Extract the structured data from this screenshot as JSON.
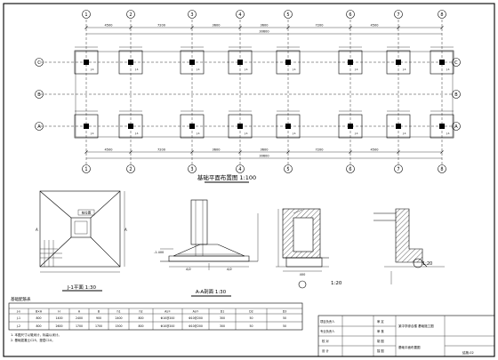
{
  "plan": {
    "axis_numbers": [
      "1",
      "2",
      "3",
      "4",
      "5",
      "6",
      "7",
      "8"
    ],
    "axis_letters": [
      "C",
      "B",
      "A"
    ],
    "top_dims": [
      "4500",
      "7200",
      "3600",
      "3600",
      "7200",
      "4500"
    ],
    "top_total": "30600",
    "bottom_dims": [
      "4500",
      "7200",
      "3600",
      "3600",
      "7200",
      "4500"
    ],
    "bottom_total": "30600",
    "col_tag": "J-1",
    "title": "基础平面布置图 1:100"
  },
  "detail_plan": {
    "title": "J-1平面 1:30",
    "pile_label": "桩位置"
  },
  "section": {
    "title": "A-A剖面 1:30",
    "elevation": "-1.400"
  },
  "wall_detail": {
    "scale": "1:20"
  },
  "table": {
    "title": "基础配筋表",
    "headers": [
      "J-n",
      "B×A",
      "H",
      "A",
      "B",
      "h1",
      "h2",
      "As①",
      "As②",
      "D1",
      "D2",
      "D3"
    ],
    "rows": [
      [
        "J-1",
        "800",
        "1400",
        "2400",
        "900",
        "2400",
        "800",
        "Φ10@200",
        "Φ10@200",
        "300",
        "50",
        "50"
      ],
      [
        "J-2",
        "800",
        "2600",
        "1700",
        "1700",
        "1500",
        "800",
        "Φ10@200",
        "Φ10@200",
        "300",
        "50",
        "50"
      ]
    ],
    "notes": [
      "1. 本图尺寸以毫米计，标高以米计。",
      "2. 基础混凝土C25，垫层C10。"
    ]
  },
  "title_block": {
    "labels": [
      "项目负责人",
      "专业负责人",
      "校 对",
      "设 计",
      "审 定",
      "审 核",
      "制 图",
      "描 图"
    ],
    "project": "某中学综合楼 基础施工图",
    "drawing_no": "结施-02",
    "sheet": "基础平面布置图"
  }
}
